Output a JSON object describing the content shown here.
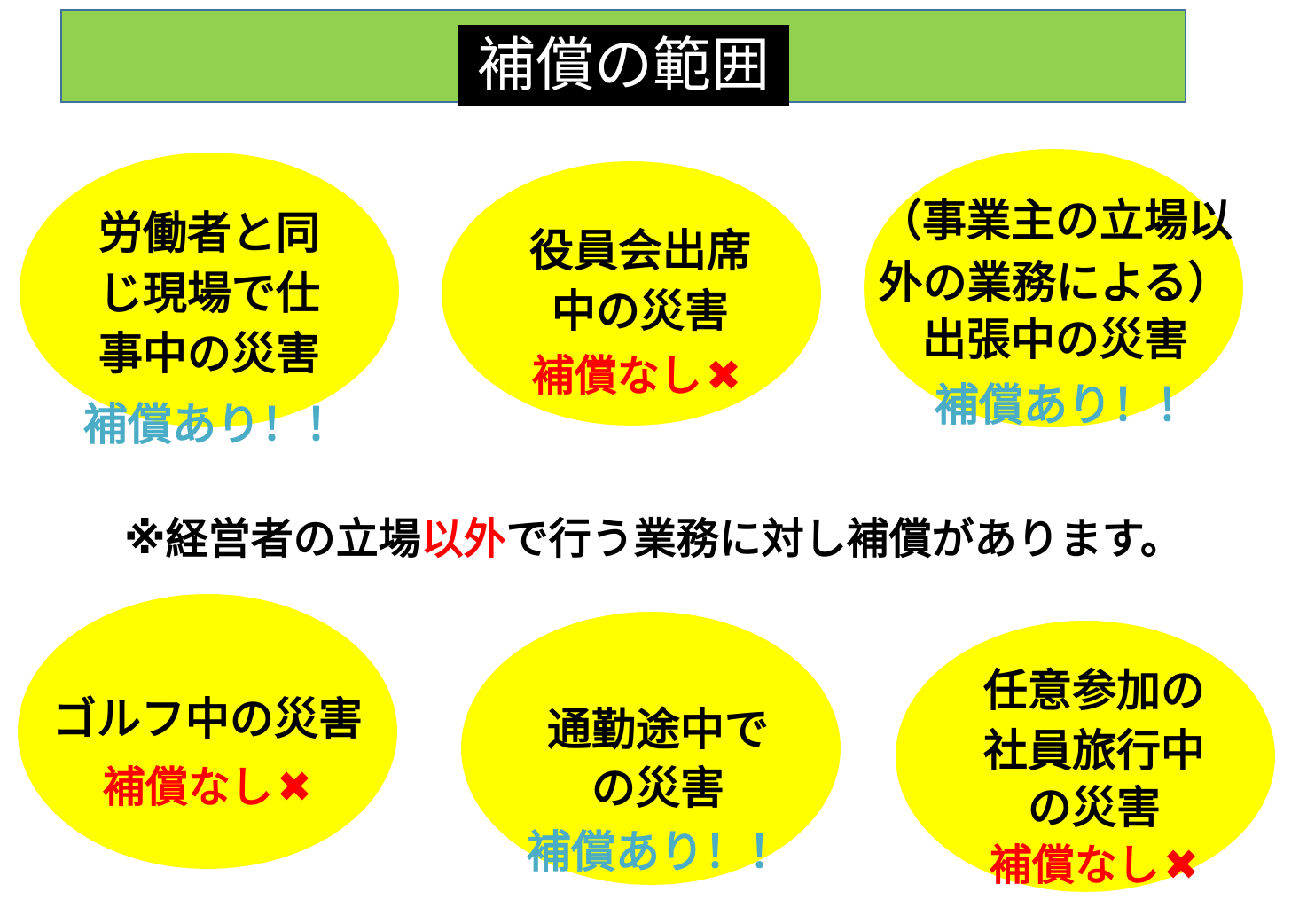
{
  "title": "補償の範囲",
  "cases": [
    {
      "lines": [
        "労働者と同",
        "じ現場で仕",
        "事中の災害"
      ],
      "result": "補償あり！！",
      "covered": true
    },
    {
      "lines": [
        "役員会出席",
        "中の災害"
      ],
      "result": "補償なし",
      "covered": false
    },
    {
      "lines": [
        "（事業主の立場以",
        "外の業務による）",
        "出張中の災害"
      ],
      "result": "補償あり！！",
      "covered": true
    },
    {
      "lines": [
        "ゴルフ中の災害"
      ],
      "result": "補償なし",
      "covered": false
    },
    {
      "lines": [
        "通勤途中で",
        "の災害"
      ],
      "result": "補償あり！！",
      "covered": true
    },
    {
      "lines": [
        "任意参加の",
        "社員旅行中",
        "の災害"
      ],
      "result": "補償なし",
      "covered": false
    }
  ],
  "note": {
    "before": "※経営者の立場",
    "highlight": "以外",
    "after": "で行う業務に対し補償があります。"
  },
  "icons": {
    "not_covered": "✖"
  },
  "colors": {
    "banner": "#92d050",
    "ellipse": "#ffff00",
    "covered": "#4bacc6",
    "not_covered": "#ff0000"
  }
}
